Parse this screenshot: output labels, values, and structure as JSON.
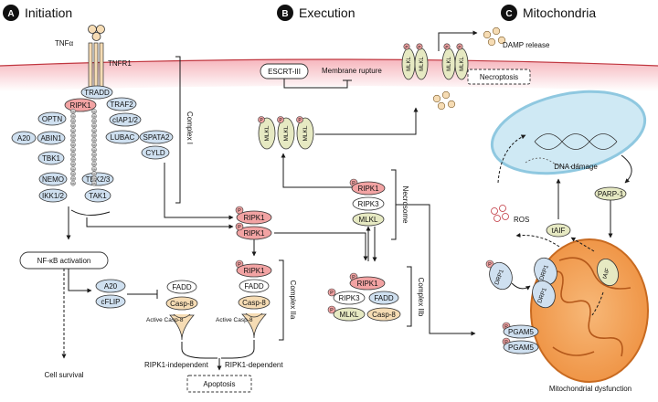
{
  "colors": {
    "ripk1": "#f2a3a3",
    "ripk3": "#ffffff",
    "mlkl": "#e6e9c2",
    "blue_protein": "#cfe0f0",
    "casp": "#f6dcb4",
    "fadd": "#ffffff",
    "membrane": "#f9c6cc",
    "mito": "#f3a257",
    "nucleus": "#cfe9f4",
    "phospho": "#f2a3a3",
    "ubiquitin": "#d9d9d9"
  },
  "sections": [
    {
      "letter": "A",
      "title": "Initiation"
    },
    {
      "letter": "B",
      "title": "Execution"
    },
    {
      "letter": "C",
      "title": "Mitochondria"
    }
  ],
  "initiation": {
    "tnfa": "TNFα",
    "tnfr1": "TNFR1",
    "tradd": "TRADD",
    "ripk1": "RIPK1",
    "traf2": "TRAF2",
    "ciap": "cIAP1/2",
    "optn": "OPTN",
    "a20": "A20",
    "abin1": "ABIN1",
    "tbk1": "TBK1",
    "lubac": "LUBAC",
    "spata2": "SPATA2",
    "cyld": "CYLD",
    "nemo": "NEMO",
    "tbk23": "TBK2/3",
    "ikk12": "IKK1/2",
    "tak1": "TAK1",
    "ub": "Ub",
    "complex1": "Complex I",
    "nfkb": "NF-κB activation",
    "cell_survival": "Cell survival",
    "a20_b": "A20",
    "cflip": "cFLIP",
    "fadd": "FADD",
    "casp8": "Casp-8",
    "active_casp8": "Active Casp-8",
    "ripk1_p1": "RIPK1",
    "ripk1_p2": "RIPK1",
    "complex2a": "Complex IIa",
    "ripk1_2a": "RIPK1",
    "fadd_2a": "FADD",
    "casp8_2a": "Casp-8",
    "active_casp8_2a": "Active Casp-8",
    "ripk1_independent": "RIPK1-independent",
    "ripk1_dependent": "RIPK1-dependent",
    "apoptosis": "Apoptosis",
    "phospho": "P"
  },
  "execution": {
    "escrt": "ESCRT-III",
    "membrane_rupture": "Membrane rupture",
    "mlkl": "MLKL",
    "damp": "DAMP release",
    "necroptosis": "Necroptosis",
    "necrosome": "Necrosome",
    "ripk1_n": "RIPK1",
    "ripk3_n": "RIPK3",
    "mlkl_n": "MLKL",
    "complex2b": "Complex IIb",
    "ripk1_2b": "RIPK1",
    "ripk3_2b": "RIPK3",
    "fadd_2b": "FADD",
    "mlkl_2b": "MLKL",
    "casp8_2b": "Casp-8"
  },
  "mitochondria": {
    "dna_damage": "DNA damage",
    "parp1": "PARP-1",
    "taif": "tAIF",
    "ros": "ROS",
    "drp1": "DRP1",
    "pgam5": "PGAM5",
    "mito_dysfunction": "Mitochondrial dysfunction"
  }
}
